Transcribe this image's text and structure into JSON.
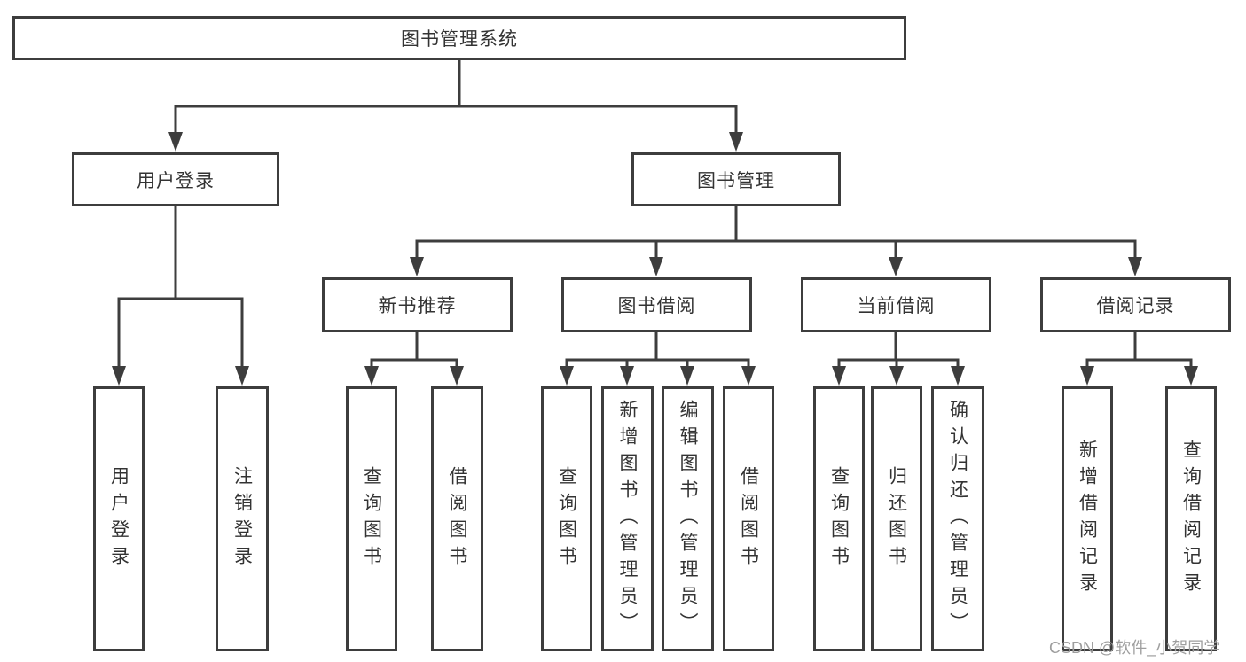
{
  "diagram_type": "hierarchy-tree",
  "colors": {
    "line": "#3d3d3d",
    "box_border": "#3d3d3d",
    "text": "#333333",
    "background": "#ffffff",
    "watermark": "#9e9e9e"
  },
  "tree": {
    "root": {
      "label": "图书管理系统"
    },
    "children": [
      {
        "label": "用户登录",
        "children": [
          {
            "label": "用户登录"
          },
          {
            "label": "注销登录"
          }
        ]
      },
      {
        "label": "图书管理",
        "children": [
          {
            "label": "新书推荐",
            "children": [
              {
                "label": "查询图书"
              },
              {
                "label": "借阅图书"
              }
            ]
          },
          {
            "label": "图书借阅",
            "children": [
              {
                "label": "查询图书"
              },
              {
                "label": "新增图书（管理员）"
              },
              {
                "label": "编辑图书（管理员）"
              },
              {
                "label": "借阅图书"
              }
            ]
          },
          {
            "label": "当前借阅",
            "children": [
              {
                "label": "查询图书"
              },
              {
                "label": "归还图书"
              },
              {
                "label": "确认归还（管理员）"
              }
            ]
          },
          {
            "label": "借阅记录",
            "children": [
              {
                "label": "新增借阅记录"
              },
              {
                "label": "查询借阅记录"
              }
            ]
          }
        ]
      }
    ]
  },
  "watermark": {
    "text": "CSDN @软件_小贺同学"
  }
}
